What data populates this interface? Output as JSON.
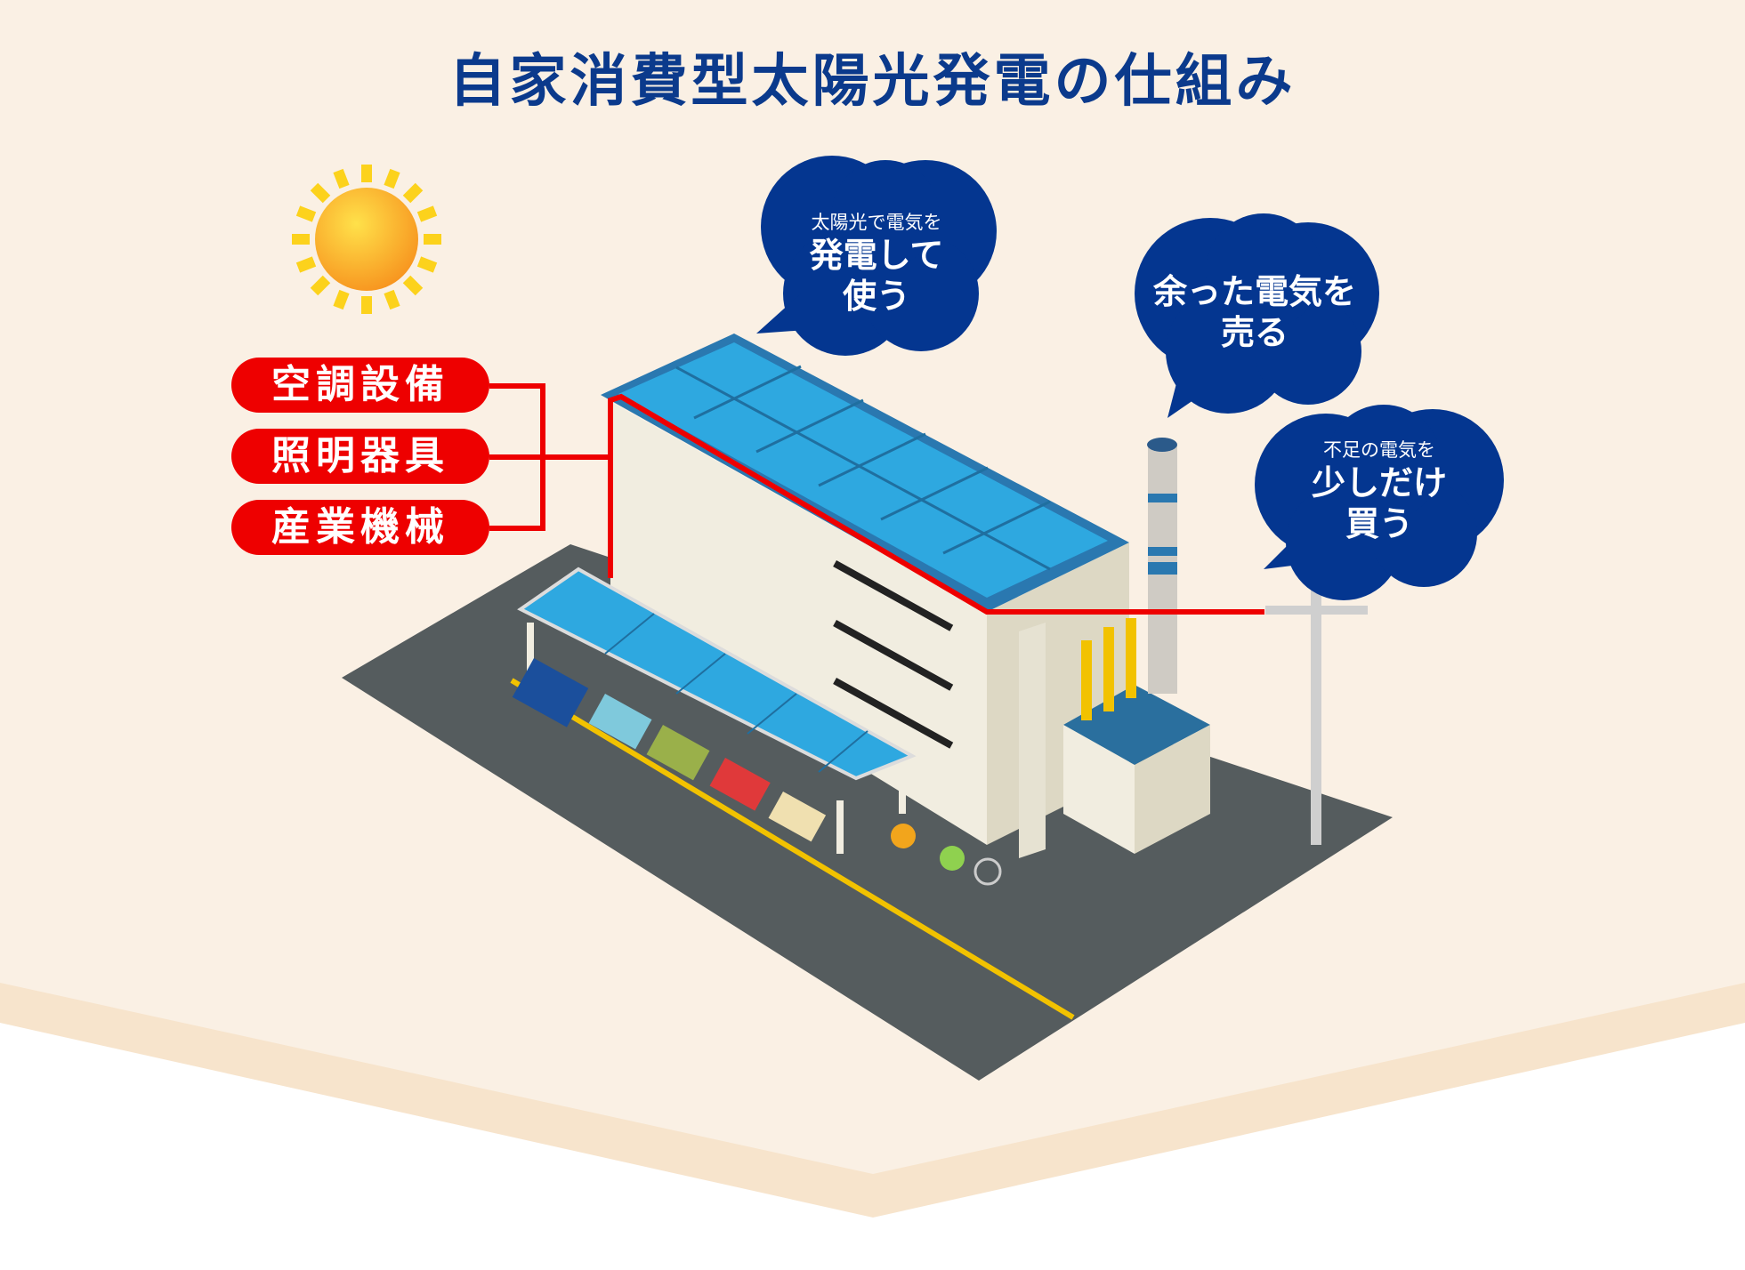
{
  "title": "自家消費型太陽光発電の仕組み",
  "equipment_labels": [
    "空調設備",
    "照明器具",
    "産業機械"
  ],
  "bubbles": {
    "self_use": {
      "small": "太陽光で電気を",
      "line1": "発電して",
      "line2": "使う"
    },
    "sell": {
      "line1": "余った電気を",
      "line2": "売る"
    },
    "buy": {
      "small": "不足の電気を",
      "line1": "少しだけ",
      "line2": "買う"
    }
  },
  "colors": {
    "background": "#faf0e4",
    "band": "#f7e4cc",
    "navy": "#043690",
    "red": "#ee0000",
    "ground": "#555c5e",
    "panel": "#2ea8e0"
  }
}
